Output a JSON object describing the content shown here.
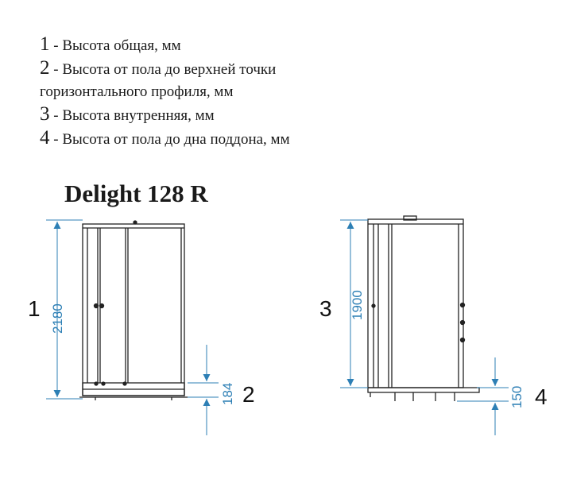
{
  "legend": [
    {
      "number": "1",
      "text": " - Высота общая, мм"
    },
    {
      "number": "2",
      "text": " - Высота от пола до верхней точки"
    },
    {
      "number": "",
      "text": "горизонтального профиля, мм"
    },
    {
      "number": "3",
      "text": " - Высота внутренняя, мм"
    },
    {
      "number": "4",
      "text": " - Высота от пола до дна поддона, мм"
    }
  ],
  "model_title": "Delight 128 R",
  "dimensions": {
    "total_height": {
      "marker": "1",
      "value": "2180"
    },
    "top_profile_height": {
      "marker": "2",
      "value": "184"
    },
    "inner_height": {
      "marker": "3",
      "value": "1900"
    },
    "tray_bottom_height": {
      "marker": "4",
      "value": "150"
    }
  },
  "colors": {
    "dimension": "#2d7fb5",
    "outline": "#222222",
    "text": "#1a1a1a"
  }
}
